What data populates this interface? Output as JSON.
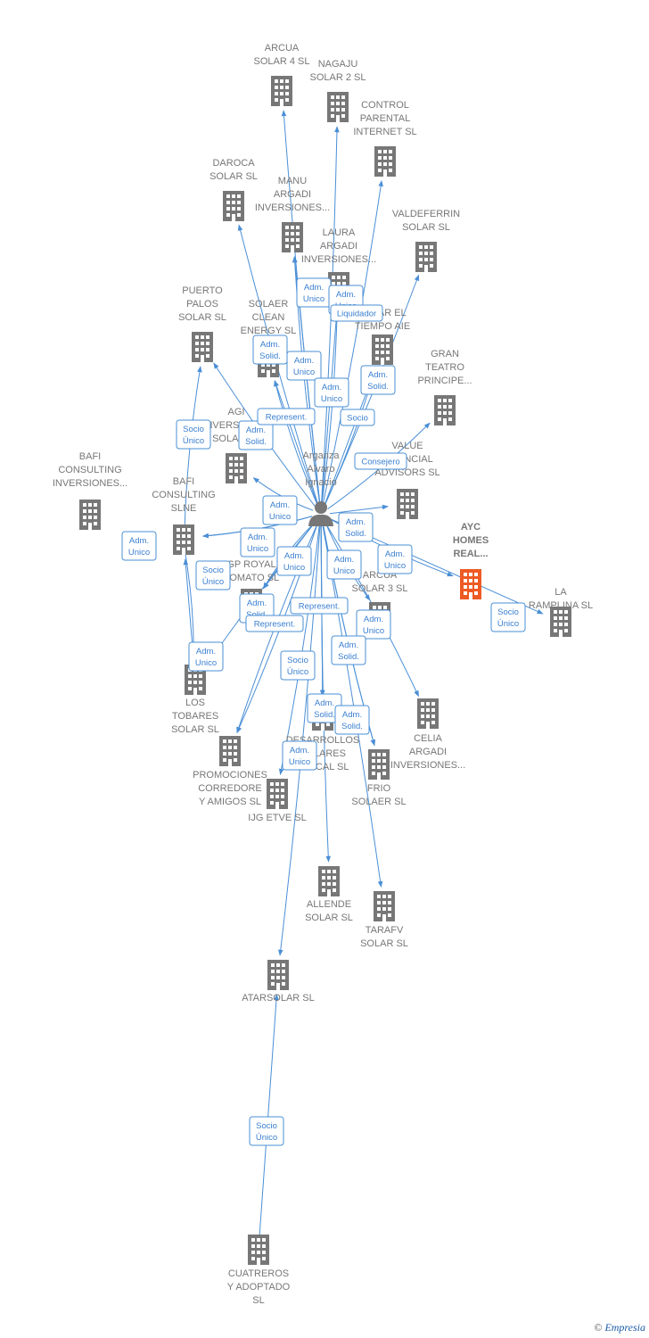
{
  "center": {
    "id": "person",
    "label": [
      "Arganza",
      "Alvaro",
      "Ignacio"
    ]
  },
  "nodes": [
    {
      "id": "arcua4",
      "label": [
        "ARCUA",
        "SOLAR 4 SL"
      ]
    },
    {
      "id": "nagaju",
      "label": [
        "NAGAJU",
        "SOLAR 2 SL"
      ]
    },
    {
      "id": "control",
      "label": [
        "CONTROL",
        "PARENTAL",
        "INTERNET  SL"
      ]
    },
    {
      "id": "daroca",
      "label": [
        "DAROCA",
        "SOLAR SL"
      ]
    },
    {
      "id": "manu",
      "label": [
        "MANU",
        "ARGADI",
        "INVERSIONES..."
      ]
    },
    {
      "id": "valdeferrin",
      "label": [
        "VALDEFERRIN",
        "SOLAR SL"
      ]
    },
    {
      "id": "laura",
      "label": [
        "LAURA",
        "ARGADI",
        "INVERSIONES..."
      ]
    },
    {
      "id": "puerto",
      "label": [
        "PUERTO",
        "PALOS",
        "SOLAR SL"
      ]
    },
    {
      "id": "solaer",
      "label": [
        "SOLAER",
        "CLEAN",
        "ENERGY SL"
      ]
    },
    {
      "id": "matar",
      "label": [
        "MATAR EL",
        "TIEMPO  AIE"
      ]
    },
    {
      "id": "gran",
      "label": [
        "GRAN",
        "TEATRO",
        "PRINCIPE..."
      ]
    },
    {
      "id": "agi",
      "label": [
        "AGI",
        "INVERSIONES",
        "SOLAR SL"
      ]
    },
    {
      "id": "bafi_inv",
      "label": [
        "BAFI",
        "CONSULTING",
        "INVERSIONES..."
      ]
    },
    {
      "id": "value",
      "label": [
        "VALUE",
        "FINANCIAL",
        "ADVISORS  SL"
      ]
    },
    {
      "id": "bafi_slne",
      "label": [
        "BAFI",
        "CONSULTING",
        "SLNE"
      ]
    },
    {
      "id": "ayc",
      "label": [
        "AYC",
        "HOMES",
        "REAL..."
      ],
      "highlight": true
    },
    {
      "id": "ramplina",
      "label": [
        "LA",
        "RAMPLINA  SL"
      ]
    },
    {
      "id": "gproyal",
      "label": [
        "GP ROYAL",
        "TOMATO  SL"
      ]
    },
    {
      "id": "arcua3",
      "label": [
        "ARCUA",
        "SOLAR 3 SL"
      ]
    },
    {
      "id": "tobares",
      "label": [
        "LOS",
        "TOBARES",
        "SOLAR SL"
      ]
    },
    {
      "id": "celia",
      "label": [
        "CELIA",
        "ARGADI",
        "INVERSIONES..."
      ]
    },
    {
      "id": "desarrollos",
      "label": [
        "DESARROLLOS",
        "SOLARES",
        "CALCAL SL"
      ]
    },
    {
      "id": "promociones",
      "label": [
        "PROMOCIONES",
        "CORREDORE",
        "Y AMIGOS  SL"
      ]
    },
    {
      "id": "frio",
      "label": [
        "FRIO",
        "SOLAER SL"
      ]
    },
    {
      "id": "ijg",
      "label": [
        "IJG ETVE SL"
      ]
    },
    {
      "id": "allende",
      "label": [
        "ALLENDE",
        "SOLAR SL"
      ]
    },
    {
      "id": "tarafv",
      "label": [
        "TARAFV",
        "SOLAR SL"
      ]
    },
    {
      "id": "atarsolar",
      "label": [
        "ATARSOLAR SL"
      ]
    },
    {
      "id": "cuatreros",
      "label": [
        "CUATREROS",
        "Y ADOPTADO",
        "SL"
      ]
    }
  ],
  "relations": [
    {
      "label": [
        "Adm.",
        "Unico"
      ]
    },
    {
      "label": [
        "Adm.",
        "Unico"
      ]
    },
    {
      "label": [
        "Liquidador"
      ]
    },
    {
      "label": [
        "Adm.",
        "Solid."
      ]
    },
    {
      "label": [
        "Adm.",
        "Unico"
      ]
    },
    {
      "label": [
        "Adm.",
        "Unico"
      ]
    },
    {
      "label": [
        "Adm.",
        "Solid."
      ]
    },
    {
      "label": [
        "Represent."
      ]
    },
    {
      "label": [
        "Socio"
      ]
    },
    {
      "label": [
        "Socio",
        "Único"
      ]
    },
    {
      "label": [
        "Adm.",
        "Solid."
      ]
    },
    {
      "label": [
        "Consejero"
      ]
    },
    {
      "label": [
        "Adm.",
        "Unico"
      ]
    },
    {
      "label": [
        "Adm.",
        "Solid."
      ]
    },
    {
      "label": [
        "Adm.",
        "Unico"
      ]
    },
    {
      "label": [
        "Adm.",
        "Unico"
      ]
    },
    {
      "label": [
        "Adm.",
        "Unico"
      ]
    },
    {
      "label": [
        "Adm.",
        "Unico"
      ]
    },
    {
      "label": [
        "Adm.",
        "Unico"
      ]
    },
    {
      "label": [
        "Socio",
        "Único"
      ]
    },
    {
      "label": [
        "Socio",
        "Único"
      ]
    },
    {
      "label": [
        "Adm.",
        "Solid."
      ]
    },
    {
      "label": [
        "Represent."
      ]
    },
    {
      "label": [
        "Represent."
      ]
    },
    {
      "label": [
        "Adm.",
        "Unico"
      ]
    },
    {
      "label": [
        "Adm.",
        "Unico"
      ]
    },
    {
      "label": [
        "Adm.",
        "Solid."
      ]
    },
    {
      "label": [
        "Socio",
        "Único"
      ]
    },
    {
      "label": [
        "Adm.",
        "Solid."
      ]
    },
    {
      "label": [
        "Adm.",
        "Solid."
      ]
    },
    {
      "label": [
        "Adm.",
        "Unico"
      ]
    },
    {
      "label": [
        "Socio",
        "Único"
      ]
    }
  ],
  "footer": {
    "copyright": "©",
    "brand": "Empresia"
  },
  "colors": {
    "node": "#777777",
    "highlight": "#ee5a24",
    "edge": "#4a8fd6"
  }
}
